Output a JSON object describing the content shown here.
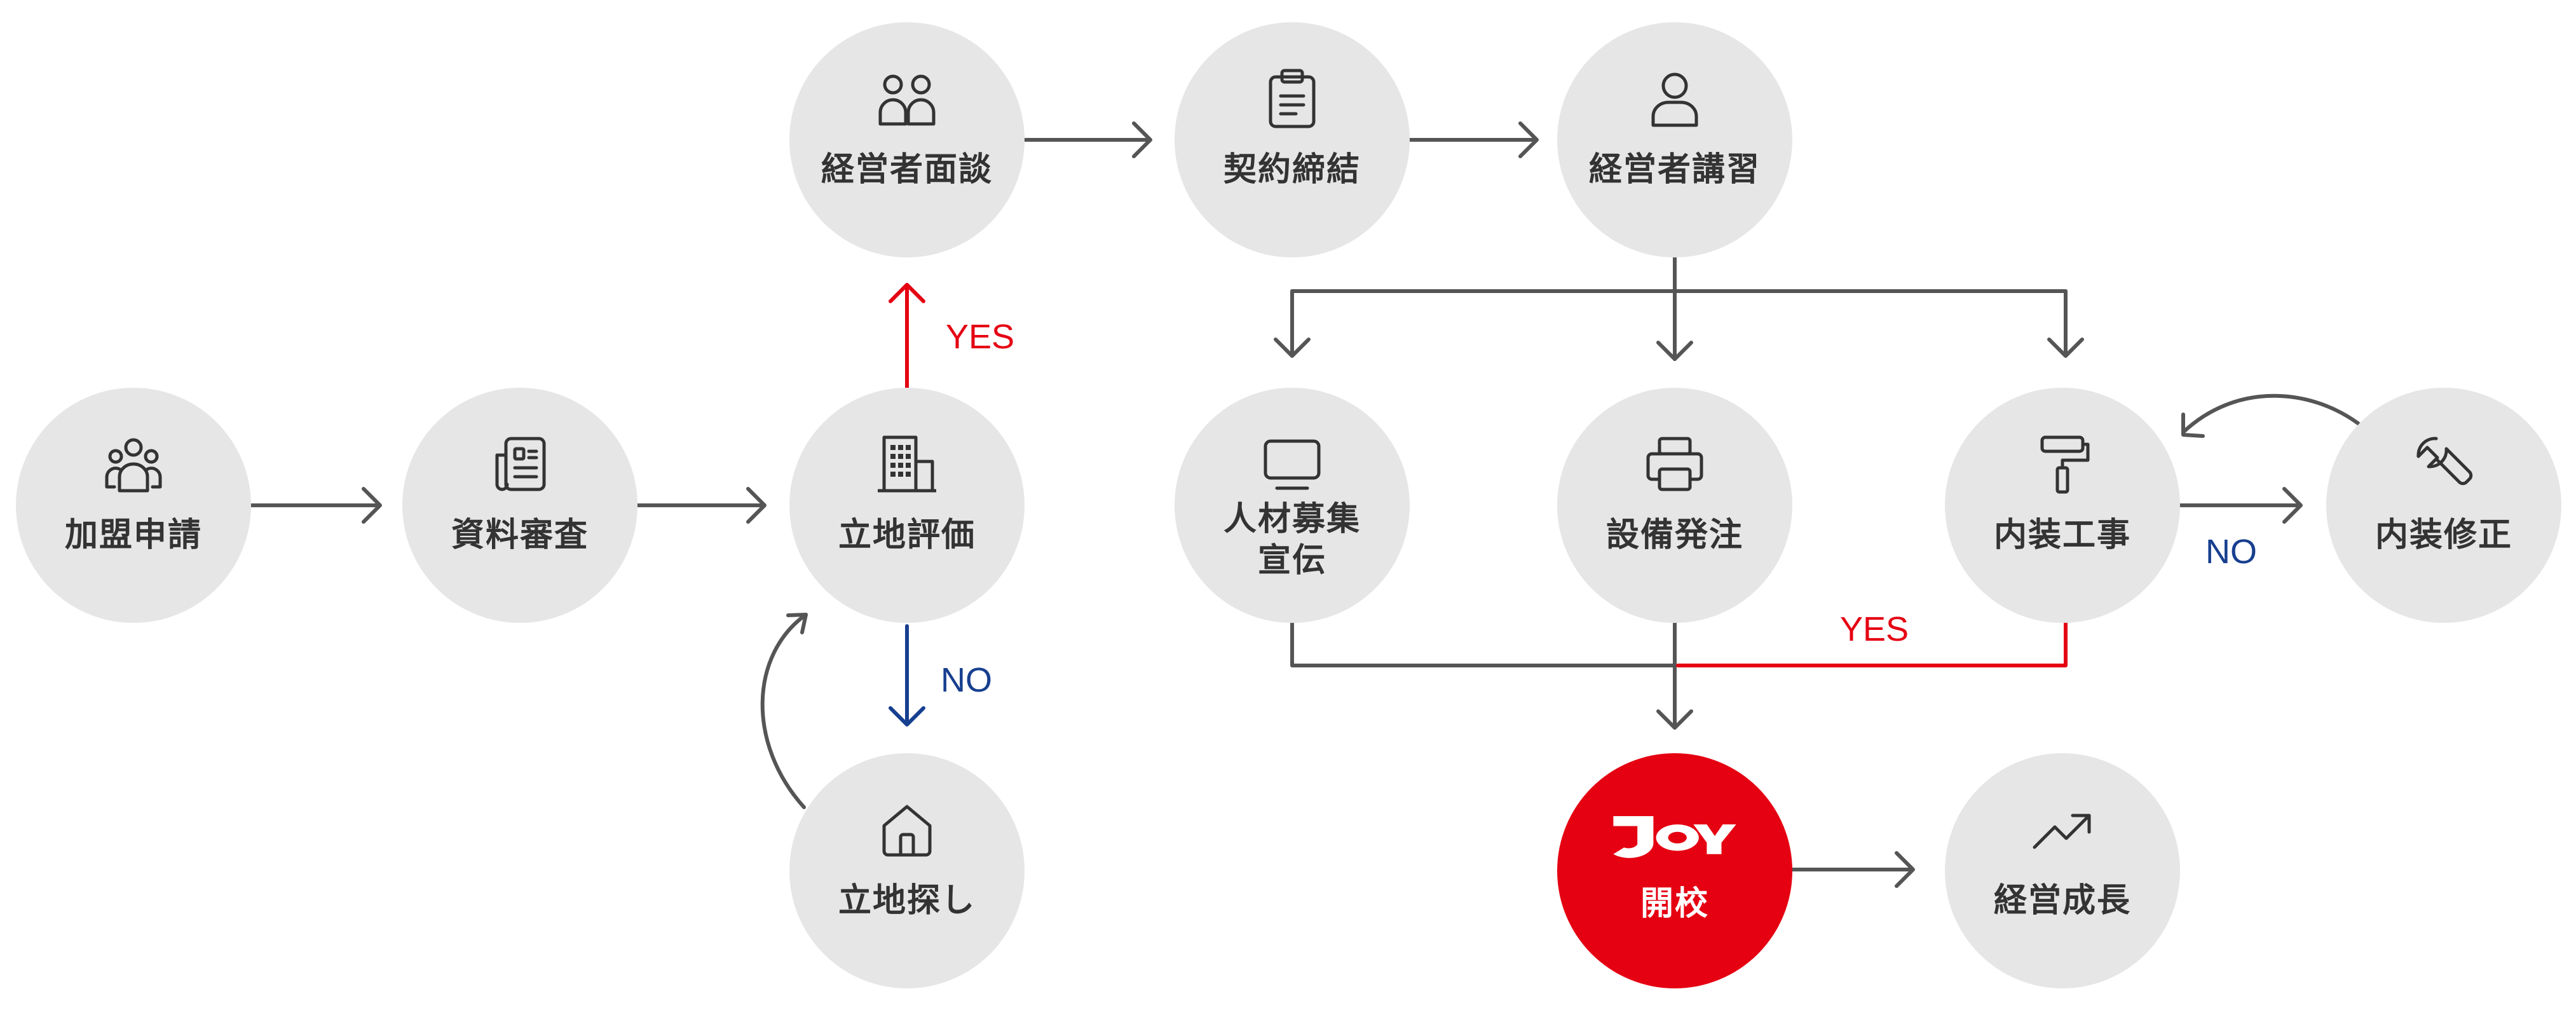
{
  "nodes": {
    "kamei": "加盟申請",
    "shiryo": "資料審査",
    "ricchi_hyoka": "立地評価",
    "ricchi_sagashi": "立地探し",
    "mensetsu": "経営者面談",
    "keiyaku": "契約締結",
    "koshu": "経営者講習",
    "jinzai_line1": "人材募集",
    "jinzai_line2": "宣伝",
    "setsubi": "設備発注",
    "naiso": "内装工事",
    "naiso_shusei": "内装修正",
    "kaiko": "開校",
    "seicho": "経営成長"
  },
  "branches": {
    "yes_up": "YES",
    "no_down": "NO",
    "no_right": "NO",
    "yes_merge": "YES"
  },
  "colors": {
    "node_fill": "#e6e6e7",
    "accent": "#e50012",
    "arrow": "#555555",
    "yes": "#e50012",
    "no": "#173f8f",
    "text": "#333333"
  },
  "icons": {
    "kamei": "group-icon",
    "shiryo": "document-icon",
    "ricchi_hyoka": "building-icon",
    "ricchi_sagashi": "home-icon",
    "mensetsu": "interview-icon",
    "keiyaku": "clipboard-icon",
    "koshu": "user-icon",
    "jinzai": "monitor-icon",
    "setsubi": "printer-icon",
    "naiso": "paint-roller-icon",
    "naiso_shusei": "wrench-icon",
    "kaiko": "joy-logo",
    "seicho": "trend-up-icon"
  }
}
